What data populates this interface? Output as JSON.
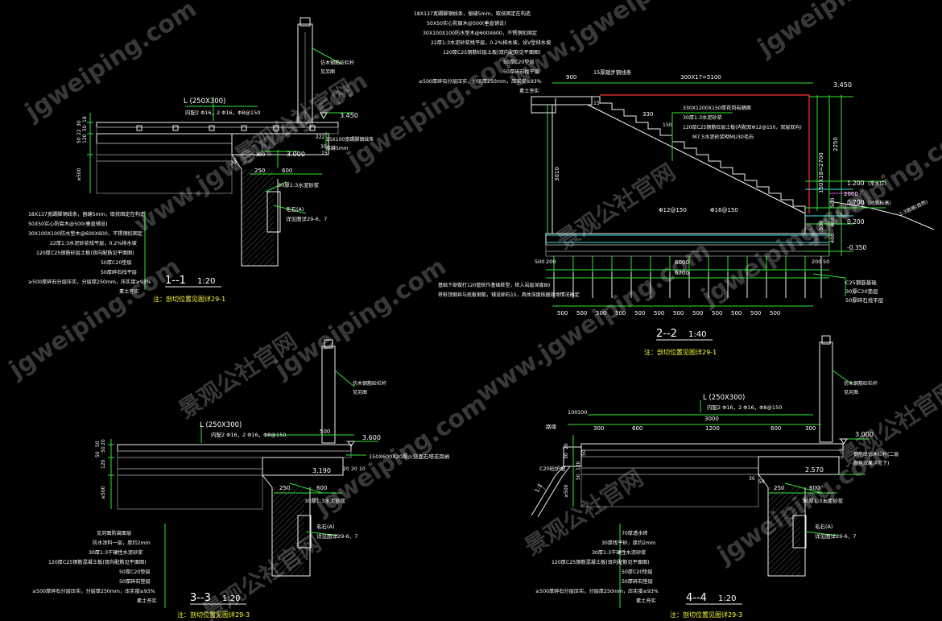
{
  "watermark": {
    "url": "www.jgweiping.com",
    "url_short": "jgweiping.com",
    "cn": "景观公社官网"
  },
  "sec1": {
    "title": "1--1",
    "scale": "1:20",
    "note": "注：剖切位置见图详29-1",
    "elev": "3.450",
    "elev_low": "3.000",
    "beam": "L (250X300)",
    "rebar": "内配2 Φ16，2 Φ16，Φ8@150",
    "railing": "仿木钢筋砼栏杆",
    "railing2": "见另图",
    "board": "15X100宽踢脚钢线条",
    "board2": "接缝5mm",
    "mortar": "30厚1:3水泥砂浆",
    "stone": "毛石(A)",
    "stone2": "详见图详29-6、7",
    "dims": [
      "600",
      "250",
      "15",
      "300",
      "35",
      "222",
      "30"
    ],
    "dimv": [
      "50",
      "22",
      "30",
      "120",
      "50",
      "18",
      "≥500"
    ],
    "layers": [
      "18X137宽踢脚钢线条，留缝5mm，取扶固定在构造",
      "50X50实心防腐木@500(垂直铺设)",
      "30X100X100防水垫木@600X600，不锈钢扣固定",
      "22厚1:3水泥砂浆找平层，0.2%排水坡",
      "120厚C25钢筋砼层土板(双向配筋见平面图)",
      "50厚C20垫层",
      "50厚碎石找平层",
      "≥500厚碎石分层压实，分层厚250mm，压实度≥93%",
      "素土夯实"
    ]
  },
  "sec2": {
    "title": "2--2",
    "scale": "1:40",
    "note": "注：剖切位置见图详29-1",
    "top_layers": [
      "18X137宽踢脚钢线条，留缝5mm，取扶固定在构造",
      "50X50实心防腐木@500(垂直铺设)",
      "30X100X100防水垫木@600X600，不锈钢扣固定",
      "22厚1:3水泥砂浆找平层，0.2%排水坡，设V型排水坡",
      "120厚C25钢筋砼层土板(双向配筋见平面图)",
      "50厚C20垫层",
      "50厚碎石找平层",
      "≥500厚碎石分层压实，分层厚250mm，压实度≥93%",
      "素土夯实"
    ],
    "dim_900": "900",
    "stair_label": "15厚踏步钢线条",
    "dim_run": "300X17=5100",
    "elev_top": "3.450",
    "step_dims": [
      "330",
      "150",
      "15"
    ],
    "step_notes": [
      "330X1200X150厚花岗岩踏面",
      "30厚1:3水泥砂浆",
      "120厚C25钢筋砼层土板(内配双Φ12@150，双层双向)",
      "M7.5水泥砂浆砌MU30毛石"
    ],
    "rise": "150X18=2700",
    "rise_dim": "2250",
    "left_h": "3010",
    "elev_water": "1.200",
    "water_label": "(常水位)",
    "elev_bottom": "0.700",
    "bottom_label": "(池底标高)",
    "elev_zero": "0.200",
    "elev_neg": "-0.350",
    "slope": "1:3放坡(自然)",
    "w2000": "2000",
    "rebar1": "Φ12@150",
    "rebar2": "Φ16@150",
    "right_dims": [
      "500",
      "400",
      "400",
      "500"
    ],
    "base_w": "6000",
    "base_w2": "6700",
    "edge_dims": [
      "500",
      "200",
      "200",
      "50"
    ],
    "pile_note1": "基础下部做打120管桩作基础桩型，桩入岩层深度80",
    "pile_note2": "将桩顶钢丝与底板钢筋，铺设卵石15，具体深度依据现场情况确定",
    "found_layers": [
      "C25钢筋基础",
      "30厚C20垫层",
      "50厚碎石找平层"
    ],
    "pile_spacing": [
      "500",
      "500",
      "500",
      "500",
      "500",
      "500",
      "500",
      "500",
      "500",
      "500",
      "500",
      "500"
    ]
  },
  "sec3": {
    "title": "3--3",
    "scale": "1:20",
    "note": "注：剖切位置见图详29-3",
    "elev": "3.600",
    "elev_low": "3.190",
    "beam": "L (250X300)",
    "rebar": "内配2 Φ16，2 Φ16，Φ8@150",
    "railing": "仿木钢筋砼栏杆",
    "railing2": "见另图",
    "dims": [
      "500",
      "600",
      "250",
      "20",
      "20",
      "10"
    ],
    "stone_label": "150X600X20厚火烧面石塔花岗岩",
    "mortar": "30厚1:3水泥砂浆",
    "stone": "毛石(A)",
    "stone2": "详见图详29-6、7",
    "dimv": [
      "50",
      "20",
      "120",
      "50",
      "50",
      "≥500"
    ],
    "layers": [
      "见另图防腐面层",
      "防水涂料一层，厚约2mm",
      "30厚1:3干硬性水泥砂浆",
      "120厚C25钢筋混凝土板(双向配筋见平面图)",
      "50厚C20垫层",
      "50厚碎石垫层",
      "≥500厚碎石分层压实，分层厚250mm，压实度≥93%",
      "素土夯实"
    ]
  },
  "sec4": {
    "title": "4--4",
    "scale": "1:20",
    "note": "注：剖切位置见图详29-3",
    "elev": "3.000",
    "elev_low": "2.570",
    "beam": "L (250X300)",
    "rebar": "内配2 Φ16，2 Φ16，Φ8@150",
    "railing": "仿木钢筋砼栏杆",
    "railing2": "见另图",
    "curb": "路缘",
    "curb2": "C20砼护坡",
    "slope": "1:1",
    "top_dims": [
      "100",
      "100",
      "300",
      "600",
      "1200",
      "600",
      "300"
    ],
    "total": "3000",
    "wood": "钢筋砼仿木栏杆(二层",
    "wood2": "颜色效果详见下)",
    "dims": [
      "250",
      "600",
      "30",
      "50"
    ],
    "mortar": "30厚1:3水泥砂浆",
    "stone": "毛石(A)",
    "stone2": "详见图详29-6、7",
    "dimv": [
      "20",
      "30",
      "120",
      "50",
      "50",
      "≥500"
    ],
    "layers": [
      "70厚透水砖",
      "30厚找平砂，厚约2mm",
      "30厚1:3干硬性水泥砂浆",
      "120厚C25钢筋混凝土板(双向配筋见平面图)",
      "50厚C20垫层",
      "50厚碎石垫层",
      "≥500厚碎石分层压实，分层厚250mm，压实度≥93%",
      "素土夯实"
    ]
  }
}
